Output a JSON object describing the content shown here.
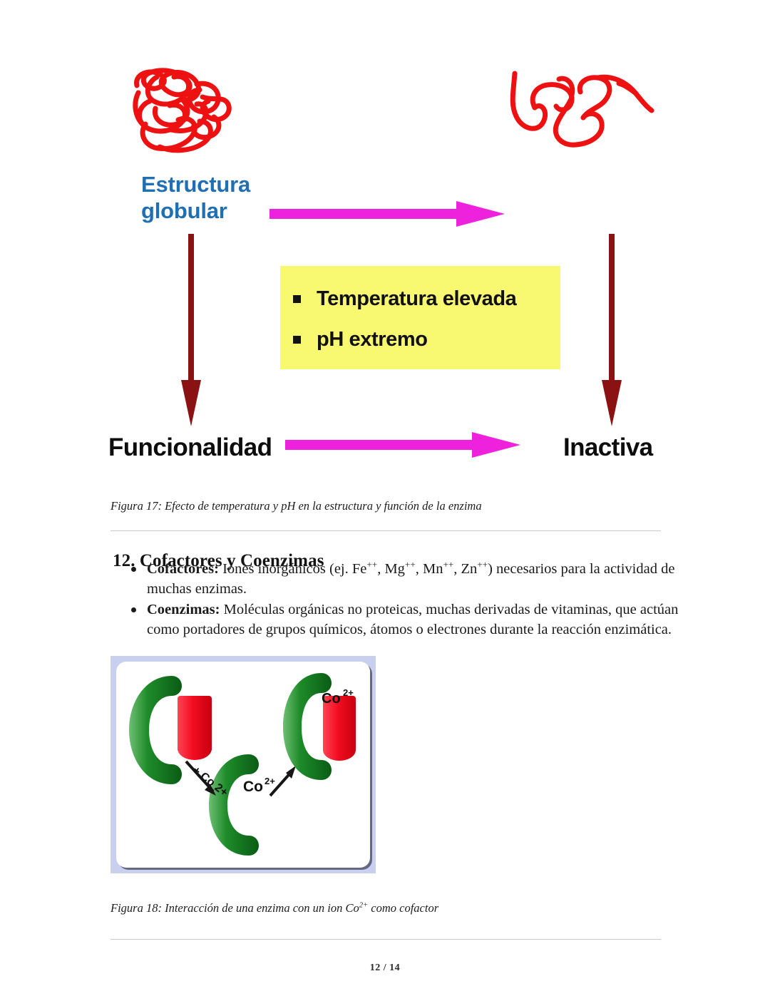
{
  "figure17": {
    "label_structure": "Estructura\nglobular",
    "label_function": "Funcionalidad",
    "label_inactive": "Inactiva",
    "conditions": [
      "Temperatura elevada",
      "pH extremo"
    ],
    "colors": {
      "protein_chain": "#ee1111",
      "label_blue": "#1f6fb2",
      "arrow_magenta": "#ee22dd",
      "arrow_darkred": "#8b1212",
      "conditions_box": "#f9f871"
    },
    "caption": "Figura 17: Efecto de temperatura y pH en la estructura y función de la enzima"
  },
  "section": {
    "heading": "12. Cofactores y Coenzimas",
    "bullets": [
      {
        "term": "Cofactores:",
        "text_1": " Iones inorgánicos (ej. Fe",
        "sup_1": "++",
        "text_2": ", Mg",
        "sup_2": "++",
        "text_3": ", Mn",
        "sup_3": "++",
        "text_4": ", Zn",
        "sup_4": "++",
        "text_5": ") necesarios para la actividad de muchas enzimas."
      },
      {
        "term": "Coenzimas:",
        "text_1": " Moléculas orgánicas no proteicas, muchas derivadas de vitaminas, que actúan como portadores de grupos químicos, átomos o electrones durante la reacción enzimática."
      }
    ]
  },
  "figure18": {
    "ion_label_free": "Co2+",
    "ion_label_bound": "Co2+",
    "reaction_label": "+ Co 2+",
    "colors": {
      "enzyme_green": "#137a22",
      "substrate_red": "#f20d21",
      "frame_lavender": "#c9cfee"
    },
    "caption_prefix": "Figura 18: Interacción de una enzima con un ion Co",
    "caption_sup": "2+",
    "caption_suffix": " como cofactor"
  },
  "footer": {
    "page_number": "12 / 14"
  }
}
